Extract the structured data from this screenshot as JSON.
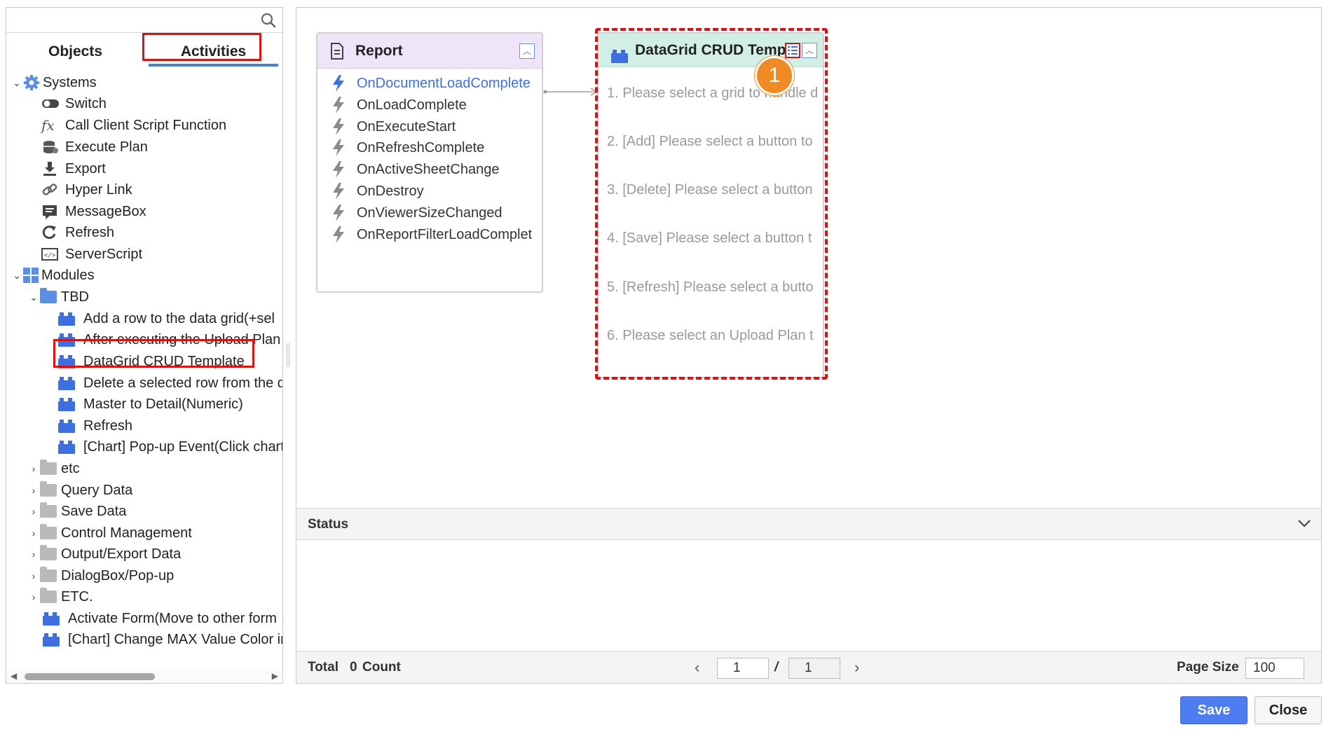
{
  "left_panel": {
    "search": {
      "value": "",
      "icon": "search-icon"
    },
    "tabs": [
      {
        "label": "Objects"
      },
      {
        "label": "Activities"
      }
    ],
    "tree": {
      "systems": {
        "label": "Systems",
        "items": [
          {
            "label": "Switch",
            "icon": "toggle-icon"
          },
          {
            "label": "Call Client Script Function",
            "icon": "fx-icon"
          },
          {
            "label": "Execute Plan",
            "icon": "database-icon"
          },
          {
            "label": "Export",
            "icon": "download-icon"
          },
          {
            "label": "Hyper Link",
            "icon": "link-icon"
          },
          {
            "label": "MessageBox",
            "icon": "message-icon"
          },
          {
            "label": "Refresh",
            "icon": "refresh-icon"
          },
          {
            "label": "ServerScript",
            "icon": "code-icon"
          }
        ]
      },
      "modules": {
        "label": "Modules",
        "tbd": {
          "label": "TBD",
          "items": [
            {
              "label": "Add a row to the data grid(+sel"
            },
            {
              "label": "After executing the Upload Plan"
            },
            {
              "label": "DataGrid CRUD Template"
            },
            {
              "label": "Delete a selected row from the d"
            },
            {
              "label": "Master to Detail(Numeric)"
            },
            {
              "label": "Refresh"
            },
            {
              "label": "[Chart] Pop-up Event(Click chart"
            }
          ]
        },
        "folders": [
          {
            "label": "etc"
          },
          {
            "label": "Query Data"
          },
          {
            "label": "Save Data"
          },
          {
            "label": "Control Management"
          },
          {
            "label": "Output/Export Data"
          },
          {
            "label": "DialogBox/Pop-up"
          },
          {
            "label": "ETC."
          }
        ],
        "items": [
          {
            "label": "Activate Form(Move to other form"
          },
          {
            "label": "[Chart] Change MAX Value Color ir"
          }
        ]
      }
    }
  },
  "canvas": {
    "report_card": {
      "title": "Report",
      "events": [
        {
          "label": "OnDocumentLoadComplete",
          "active": true
        },
        {
          "label": "OnLoadComplete"
        },
        {
          "label": "OnExecuteStart"
        },
        {
          "label": "OnRefreshComplete"
        },
        {
          "label": "OnActiveSheetChange"
        },
        {
          "label": "OnDestroy"
        },
        {
          "label": "OnViewerSizeChanged"
        },
        {
          "label": "OnReportFilterLoadComplet"
        }
      ]
    },
    "datagrid_card": {
      "title": "DataGrid CRUD Templ",
      "steps": [
        "1. Please select a grid to handle d",
        "2. [Add] Please select a button to",
        "3. [Delete] Please select a button",
        "4. [Save] Please select a button t",
        "5. [Refresh] Please select a butto",
        "6. Please select an Upload Plan t"
      ],
      "badge": "1"
    }
  },
  "status": {
    "label": "Status"
  },
  "pager": {
    "total_label": "Total",
    "count_value": "0",
    "count_label": "Count",
    "page_current": "1",
    "separator": "/",
    "page_total": "1",
    "page_size_label": "Page Size",
    "page_size_value": "100"
  },
  "footer": {
    "save_label": "Save",
    "close_label": "Close"
  },
  "colors": {
    "accent": "#3d6fe0",
    "highlight": "#e01010",
    "badge": "#f08a24",
    "save_button": "#4d7df0"
  }
}
